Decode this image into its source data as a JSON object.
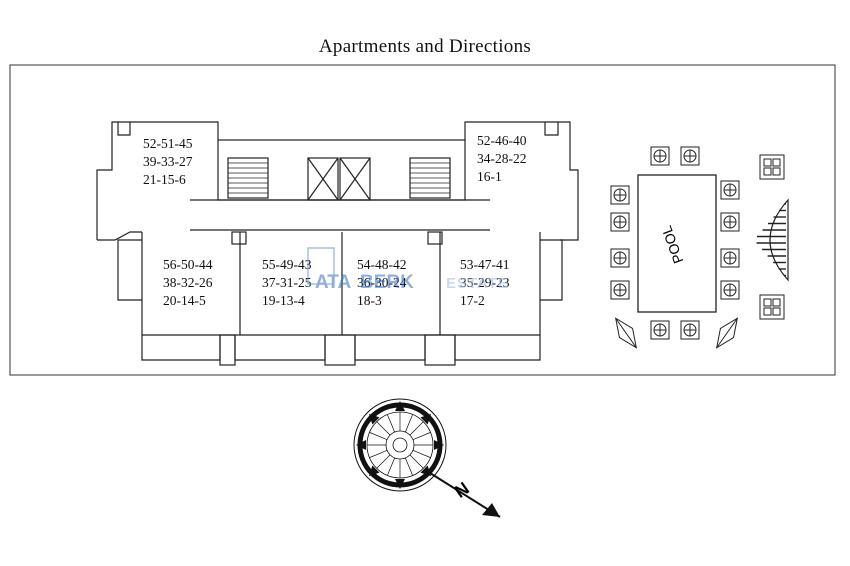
{
  "title": "Apartments and Directions",
  "units": [
    {
      "lines": [
        "52-51-45",
        "39-33-27",
        "21-15-6"
      ]
    },
    {
      "lines": [
        "52-46-40",
        "34-28-22",
        "16-1"
      ]
    },
    {
      "lines": [
        "56-50-44",
        "38-32-26",
        "20-14-5"
      ]
    },
    {
      "lines": [
        "55-49-43",
        "37-31-25",
        "19-13-4"
      ]
    },
    {
      "lines": [
        "54-48-42",
        "36-30-24",
        "18-3"
      ]
    },
    {
      "lines": [
        "53-47-41",
        "35-29-23",
        "17-2"
      ]
    }
  ],
  "pool_label": "POOL",
  "compass_label": "N",
  "watermark": {
    "brand_left": "ATA",
    "brand_right": "BERK",
    "suffix": "ESTATE"
  },
  "colors": {
    "line": "#222222",
    "watermark": "#5a8fd0"
  }
}
